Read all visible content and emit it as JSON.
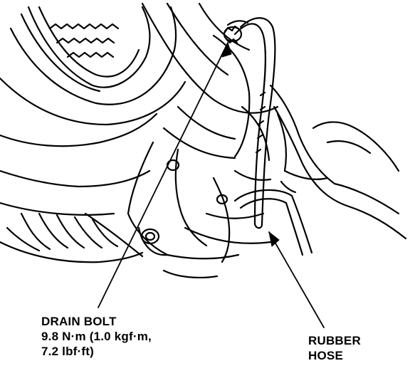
{
  "labels": {
    "drain_bolt": {
      "line1": "DRAIN BOLT",
      "line2": "9.8 N·m (1.0 kgf·m,",
      "line3": "7.2 lbf·ft)"
    },
    "rubber_hose": {
      "line1": "RUBBER",
      "line2": "HOSE"
    }
  },
  "colors": {
    "ink": "#000000",
    "paper": "#ffffff"
  }
}
